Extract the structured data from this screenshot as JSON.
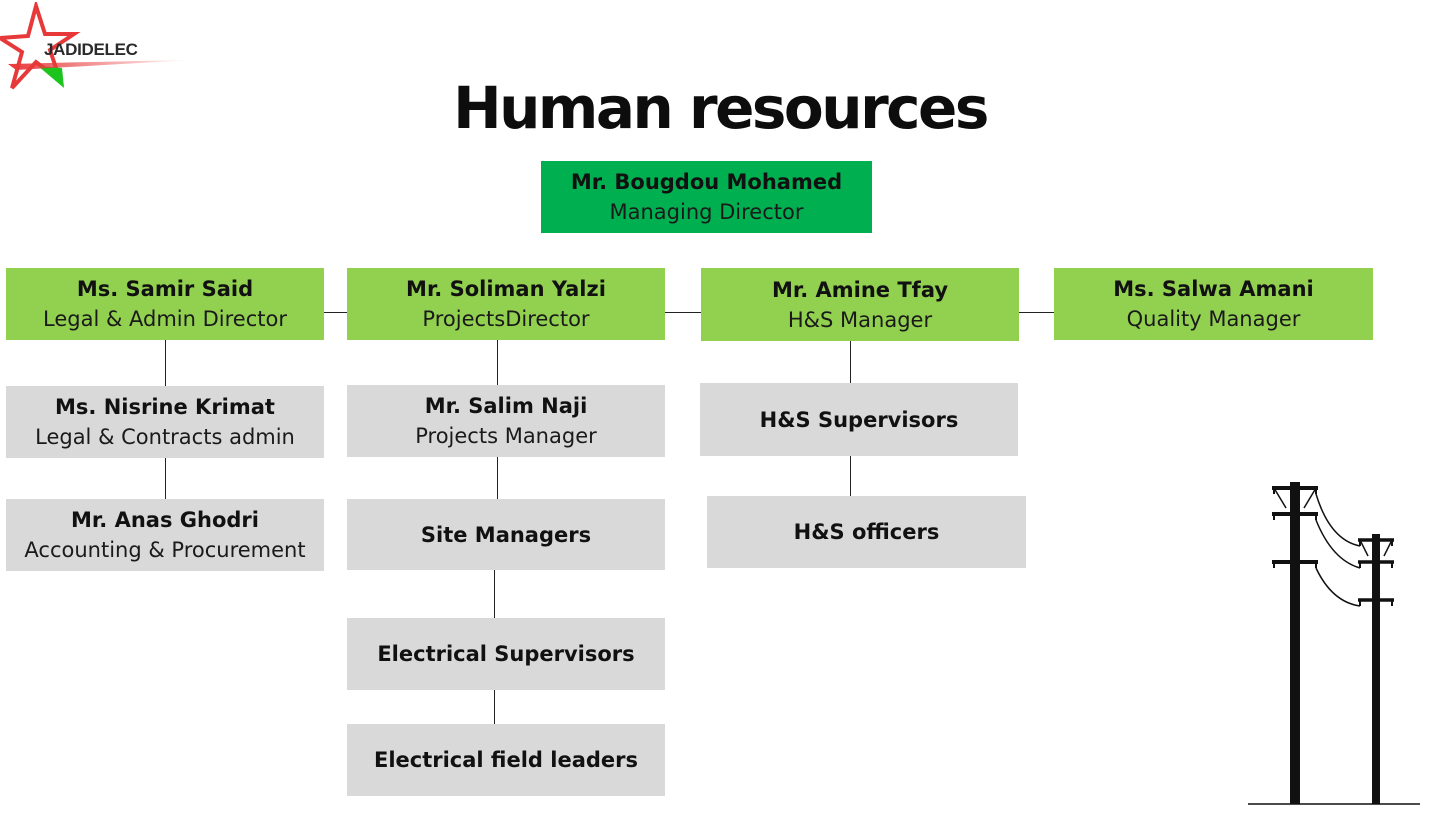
{
  "logo": {
    "text": "JADIDELEC"
  },
  "title": "Human resources",
  "colors": {
    "top": "#00b050",
    "managers": "#92d050",
    "staff": "#d9d9d9",
    "logo_star": "#e8393a",
    "logo_accent": "#1ec41e"
  },
  "director": {
    "name": "Mr. Bougdou Mohamed",
    "role": "Managing Director"
  },
  "managers": [
    {
      "name": "Ms. Samir Said",
      "role": "Legal & Admin Director"
    },
    {
      "name": "Mr. Soliman Yalzi",
      "role": "ProjectsDirector"
    },
    {
      "name": "Mr. Amine Tfay",
      "role": "H&S Manager"
    },
    {
      "name": "Ms. Salwa Amani",
      "role": "Quality Manager"
    }
  ],
  "legal_team": [
    {
      "name": "Ms. Nisrine Krimat",
      "role": "Legal & Contracts admin"
    },
    {
      "name": "Mr. Anas Ghodri",
      "role": "Accounting & Procurement"
    }
  ],
  "projects_team": [
    {
      "name": "Mr. Salim Naji",
      "role": "Projects Manager"
    },
    {
      "name": "Site Managers"
    },
    {
      "name": "Electrical Supervisors"
    },
    {
      "name": "Electrical field leaders"
    }
  ],
  "hs_team": [
    {
      "name": "H&S Supervisors"
    },
    {
      "name": "H&S officers"
    }
  ],
  "decoration": {
    "icon": "power-pylons-icon"
  }
}
